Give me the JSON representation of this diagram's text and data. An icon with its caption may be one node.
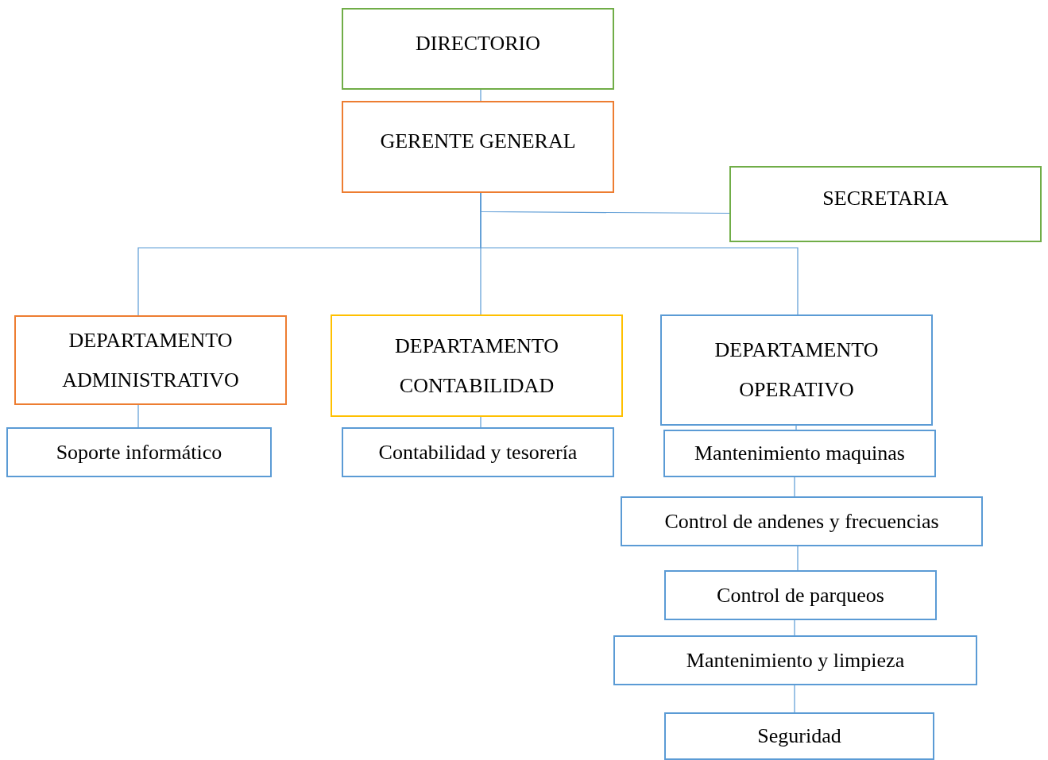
{
  "diagram": {
    "nodes": [
      {
        "text": [
          "DIRECTORIO"
        ]
      },
      {
        "text": [
          "GERENTE GENERAL"
        ]
      },
      {
        "text": [
          "SECRETARIA"
        ]
      },
      {
        "text": [
          "DEPARTAMENTO ADMINISTRATIVO"
        ]
      },
      {
        "text": [
          "DEPARTAMENTO CONTABILIDAD"
        ]
      },
      {
        "text": [
          "DEPARTAMENTO OPERATIVO"
        ]
      },
      {
        "text": [
          "Soporte informático"
        ]
      },
      {
        "text": [
          "Contabilidad y tesorería"
        ]
      },
      {
        "text": [
          "Mantenimiento maquinas"
        ]
      },
      {
        "text": [
          "Control de andenes y frecuencias"
        ]
      },
      {
        "text": [
          "Control de parqueos"
        ]
      },
      {
        "text": [
          "Mantenimiento y limpieza"
        ]
      },
      {
        "text": [
          "Seguridad"
        ]
      }
    ],
    "edges": [
      {
        "from": 0,
        "to": 1,
        "arrow": "none"
      },
      {
        "from": 1,
        "to": 2,
        "arrow": "none"
      },
      {
        "from": 1,
        "to": 3,
        "arrow": "none"
      },
      {
        "from": 1,
        "to": 4,
        "arrow": "none"
      },
      {
        "from": 1,
        "to": 5,
        "arrow": "none"
      },
      {
        "from": 3,
        "to": 6,
        "arrow": "none"
      },
      {
        "from": 4,
        "to": 7,
        "arrow": "none"
      },
      {
        "from": 5,
        "to": 8,
        "arrow": "none"
      },
      {
        "from": 8,
        "to": 9,
        "arrow": "none"
      },
      {
        "from": 9,
        "to": 10,
        "arrow": "none"
      },
      {
        "from": 10,
        "to": 11,
        "arrow": "none"
      },
      {
        "from": 11,
        "to": 12,
        "arrow": "none"
      }
    ]
  }
}
